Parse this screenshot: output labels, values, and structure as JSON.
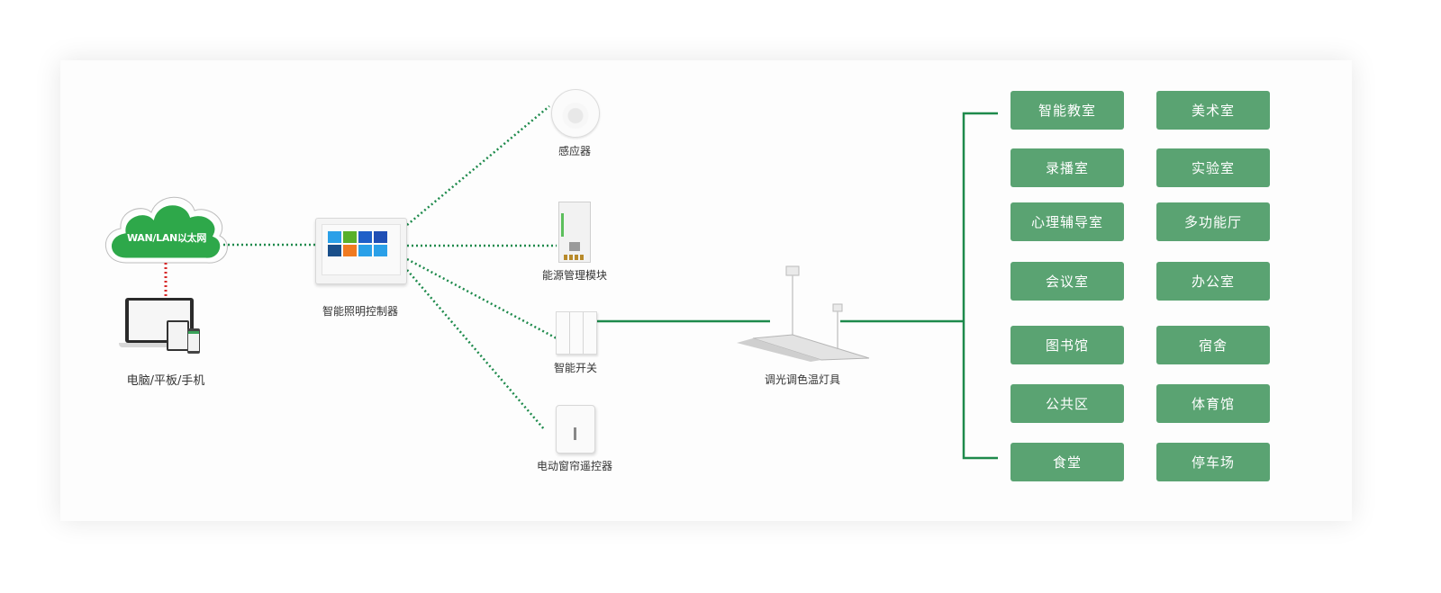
{
  "diagram": {
    "network": {
      "cloud_label": "WAN/LAN以太网"
    },
    "clients": {
      "label": "电脑/平板/手机"
    },
    "controller": {
      "label": "智能照明控制器"
    },
    "peripherals": [
      {
        "label": "感应器"
      },
      {
        "label": "能源管理模块"
      },
      {
        "label": "智能开关"
      },
      {
        "label": "电动窗帘遥控器"
      }
    ],
    "lamp": {
      "label": "调光调色温灯具"
    },
    "rooms": {
      "left_column": [
        "智能教室",
        "录播室",
        "心理辅导室",
        "会议室",
        "图书馆",
        "公共区",
        "食堂"
      ],
      "right_column": [
        "美术室",
        "实验室",
        "多功能厅",
        "办公室",
        "宿舍",
        "体育馆",
        "停车场"
      ]
    },
    "colors": {
      "room_tag": "#5aa372",
      "cloud": "#2ea84a",
      "dotted_link": "#1e8a4c",
      "solid_link": "#1e8a4c",
      "client_link": "#d62828"
    }
  }
}
